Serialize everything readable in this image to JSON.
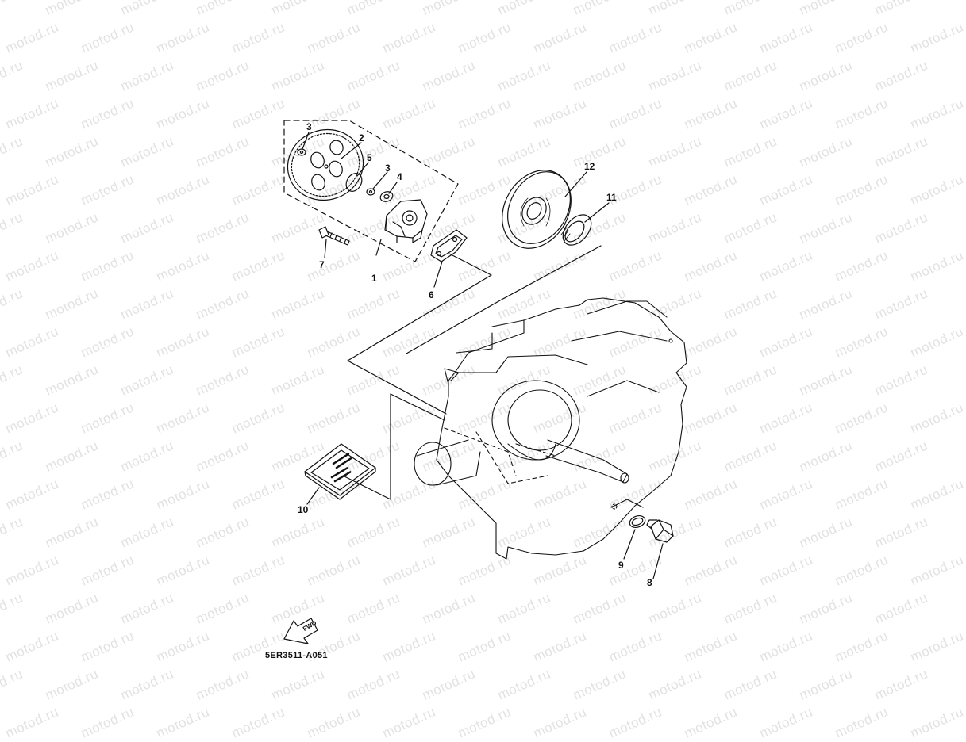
{
  "diagram": {
    "watermark_text": "motod.ru",
    "drawing_code": "5ER3511-A051",
    "fwd_label": "FWD",
    "callouts": {
      "c1": "1",
      "c2": "2",
      "c3a": "3",
      "c3b": "3",
      "c4": "4",
      "c5": "5",
      "c6": "6",
      "c7": "7",
      "c8": "8",
      "c9": "9",
      "c10": "10",
      "c11": "11",
      "c12": "12"
    },
    "line_color": "#111111",
    "watermark_color": "#e2e2e2"
  }
}
